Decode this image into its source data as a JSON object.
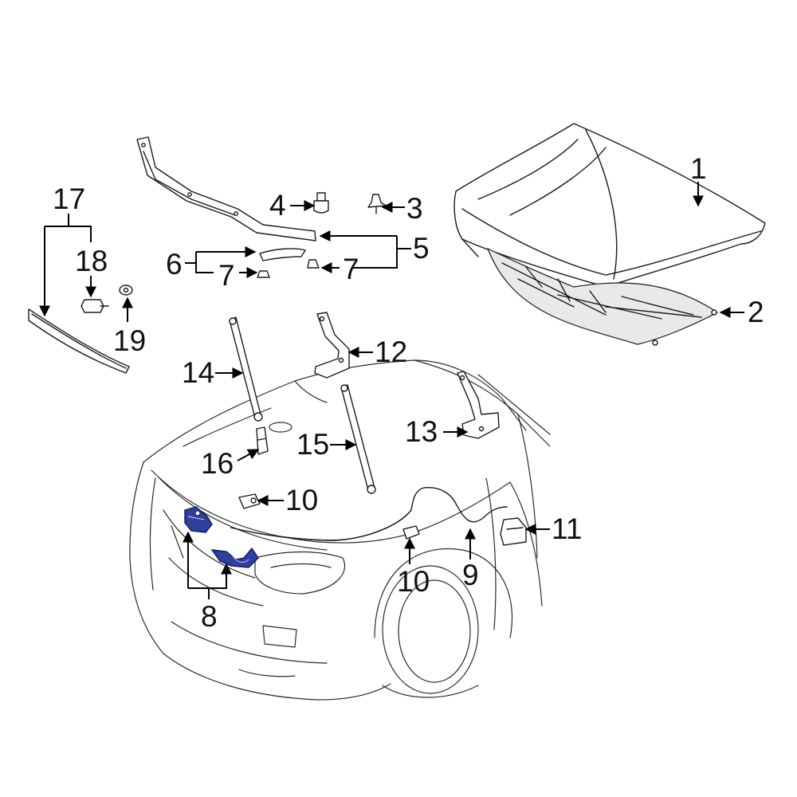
{
  "diagram": {
    "callouts": {
      "c1": "1",
      "c2": "2",
      "c3": "3",
      "c4": "4",
      "c5": "5",
      "c6": "6",
      "c7a": "7",
      "c7b": "7",
      "c8": "8",
      "c9": "9",
      "c10a": "10",
      "c10b": "10",
      "c11": "11",
      "c12": "12",
      "c13": "13",
      "c14": "14",
      "c15": "15",
      "c16": "16",
      "c17": "17",
      "c18": "18",
      "c19": "19"
    },
    "colors": {
      "line": "#1a1a1a",
      "highlight": "#2e3f9e",
      "background": "#ffffff"
    }
  }
}
